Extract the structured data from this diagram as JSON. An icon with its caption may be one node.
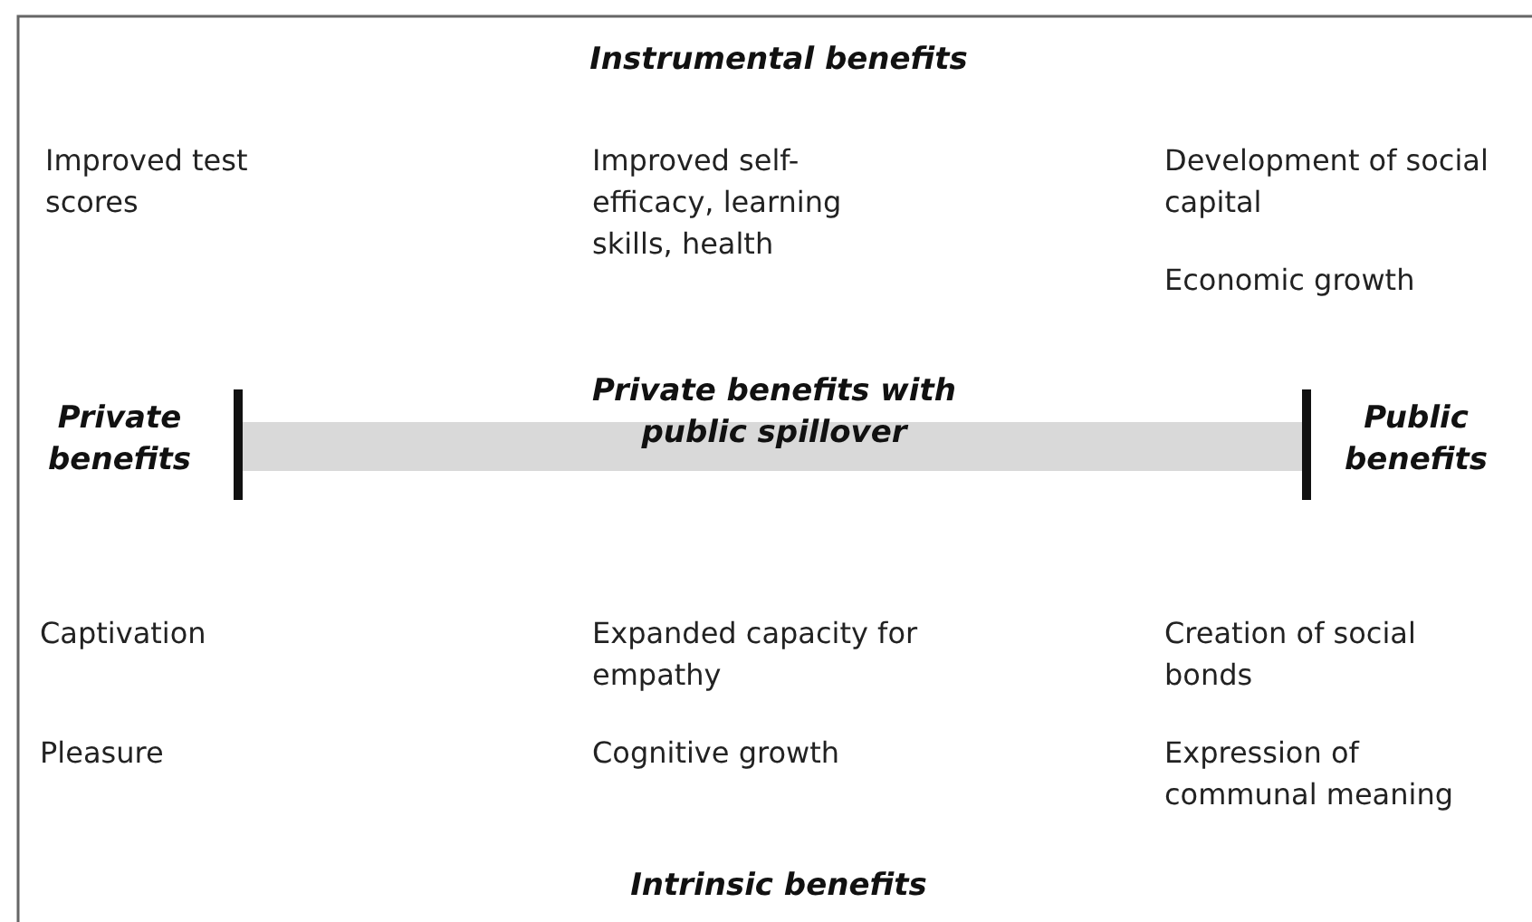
{
  "diagram": {
    "labels": [
      "Instrumental benefits",
      "Improved test scores",
      "Improved self-efficacy, learning skills, health",
      "Development of social capital",
      "Economic growth",
      "Private benefits",
      "Private benefits with public spillover",
      "Public benefits",
      "Captivation",
      "Expanded capacity for empathy",
      "Creation of social bonds",
      "Pleasure",
      "Cognitive growth",
      "Expression of communal meaning",
      "Intrinsic benefits"
    ]
  }
}
